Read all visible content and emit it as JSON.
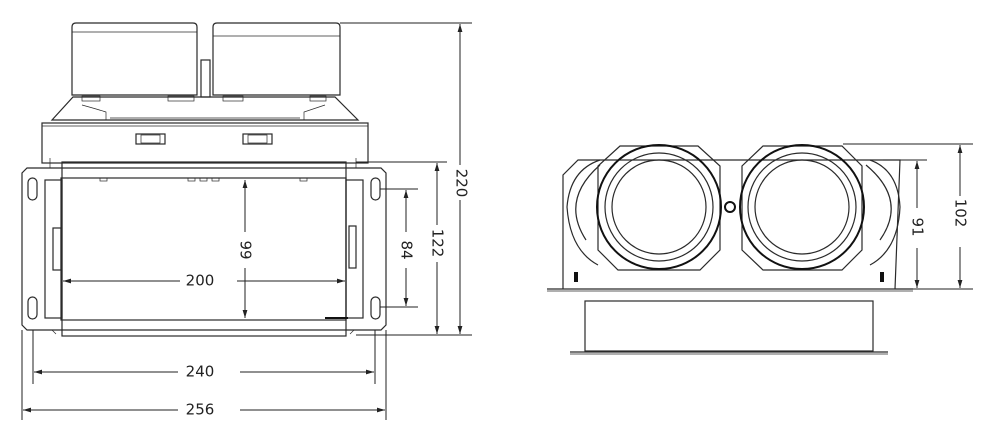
{
  "front_view": {
    "dimensions": {
      "overall_height": "220",
      "flange_height": "122",
      "slot_spacing_vertical": "84",
      "inner_height": "99",
      "inner_width": "200",
      "slot_spacing_horizontal": "240",
      "overall_width": "256"
    }
  },
  "side_view": {
    "dimensions": {
      "overall_height": "102",
      "body_height": "91"
    }
  },
  "colors": {
    "line": "#2a2a2a",
    "background": "#ffffff"
  }
}
